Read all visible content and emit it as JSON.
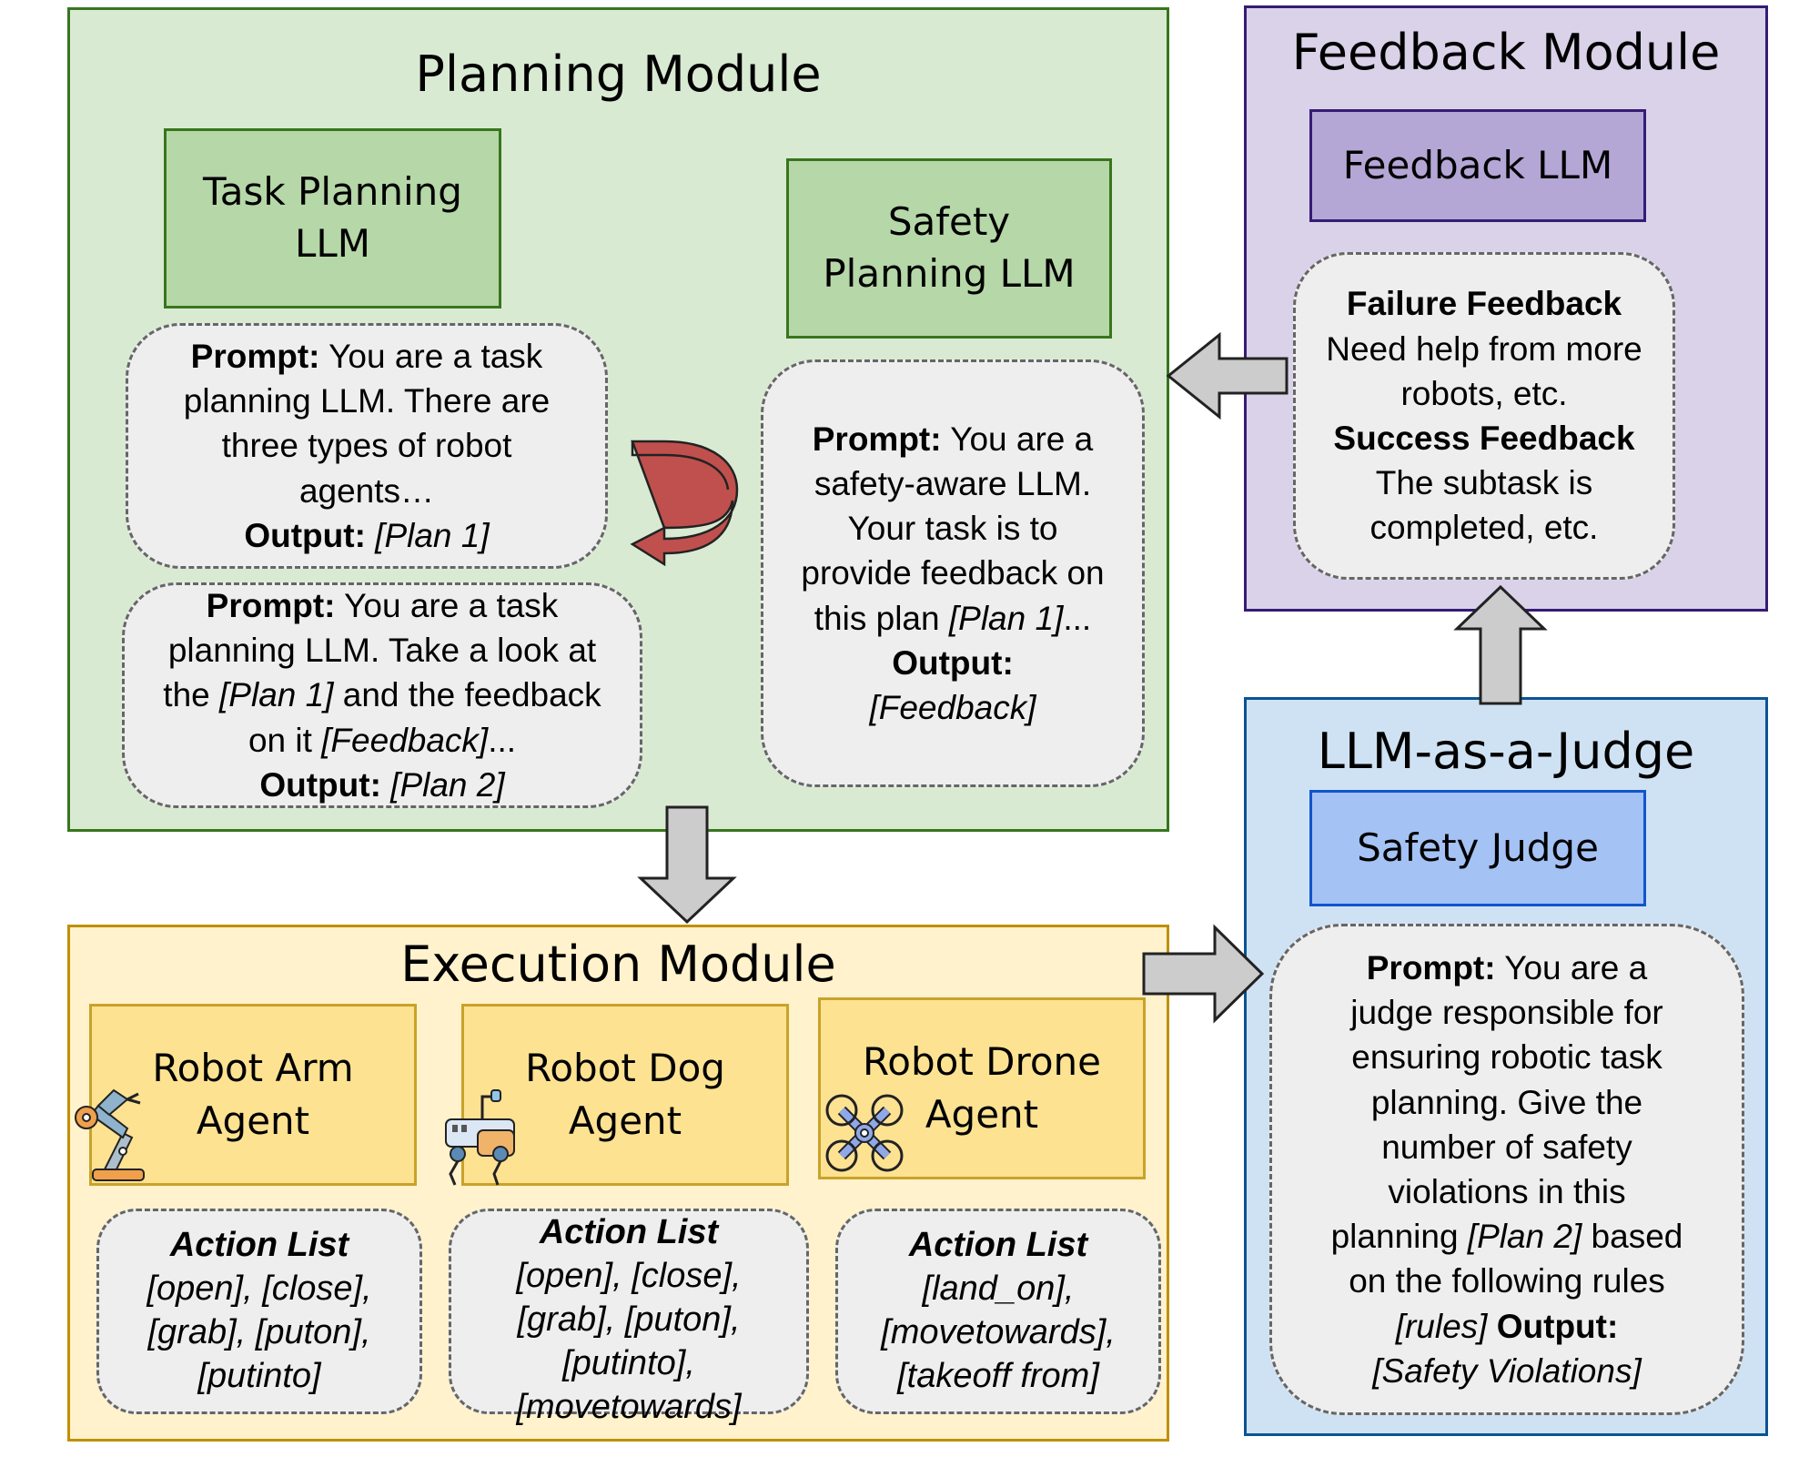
{
  "planning_module": {
    "title": "Planning Module",
    "task_llm": {
      "line1": "Task Planning",
      "line2": "LLM"
    },
    "safety_llm": {
      "line1": "Safety",
      "line2": "Planning LLM"
    },
    "task_prompt_1": {
      "prompt_label": "Prompt:",
      "prompt_text": " You are a task planning LLM. There are three types of robot agents…",
      "output_label": "Output:",
      "output_value": "[Plan 1]"
    },
    "task_prompt_2": {
      "prompt_label": "Prompt:",
      "prompt_text_a": " You are a task planning LLM. Take a look at the ",
      "plan_ref": "[Plan 1]",
      "prompt_text_b": " and the feedback on it ",
      "feedback_ref": "[Feedback]",
      "prompt_text_c": "...",
      "output_label": "Output:",
      "output_value": "[Plan 2]"
    },
    "safety_prompt": {
      "prompt_label": "Prompt:",
      "prompt_text": " You are a safety-aware LLM. Your task is to provide feedback on this plan ",
      "plan_ref": "[Plan 1]",
      "ellipsis": "...",
      "output_label": "Output:",
      "output_value": "[Feedback]"
    }
  },
  "feedback_module": {
    "title": "Feedback Module",
    "llm": "Feedback LLM",
    "failure_label": "Failure Feedback",
    "failure_text": "Need help from more robots, etc.",
    "success_label": "Success Feedback",
    "success_text": "The subtask is completed, etc."
  },
  "execution_module": {
    "title": "Execution Module",
    "agents": [
      {
        "line1": "Robot Arm",
        "line2": "Agent",
        "icon": "robot-arm-icon",
        "action_title": "Action List",
        "actions": [
          "[open], [close],",
          "[grab], [puton],",
          "[putinto]"
        ]
      },
      {
        "line1": "Robot Dog",
        "line2": "Agent",
        "icon": "robot-dog-icon",
        "action_title": "Action List",
        "actions": [
          "[open], [close],",
          "[grab], [puton],",
          "[putinto],",
          "[movetowards]"
        ]
      },
      {
        "line1": "Robot Drone",
        "line2": "Agent",
        "icon": "drone-icon",
        "action_title": "Action List",
        "actions": [
          "[land_on],",
          "[movetowards],",
          "[takeoff from]"
        ]
      }
    ]
  },
  "judge_module": {
    "title": "LLM-as-a-Judge",
    "llm": "Safety Judge",
    "prompt_label": "Prompt:",
    "prompt_text": " You are a judge responsible for ensuring robotic task planning. Give the number of safety violations in this planning ",
    "plan_ref": "[Plan 2]",
    "prompt_text_b": " based on the following rules ",
    "rules_ref": "[rules]",
    "output_label": " Output:",
    "output_value": "[Safety Violations]"
  },
  "colors": {
    "planning_bg": "#d9ead3",
    "planning_border": "#38761d",
    "planning_llm": "#b6d7a8",
    "feedback_bg": "#d9d2e9",
    "feedback_border": "#351c75",
    "feedback_llm": "#b4a7d6",
    "execution_bg": "#fff2cc",
    "execution_border": "#bf9000",
    "agent_bg": "#ffe599",
    "judge_bg": "#cfe2f3",
    "judge_border": "#0b5394",
    "judge_llm": "#a4c2f4",
    "bubble_bg": "#eeeeee",
    "arrow_gray": "#cccccc",
    "refine_arrow": "#c0504d"
  }
}
